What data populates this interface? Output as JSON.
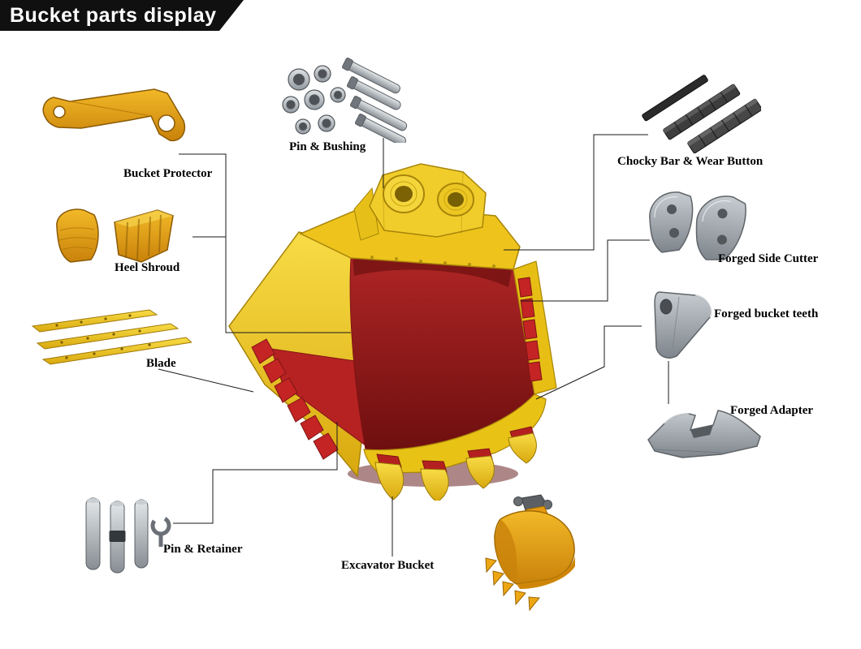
{
  "header": {
    "title": "Bucket parts display"
  },
  "parts": {
    "bucket_protector": "Bucket Protector",
    "pin_bushing": "Pin & Bushing",
    "chocky_bar_wear_button": "Chocky Bar & Wear Button",
    "heel_shroud": "Heel Shroud",
    "forged_side_cutter": "Forged Side Cutter",
    "blade": "Blade",
    "forged_bucket_teeth": "Forged bucket teeth",
    "forged_adapter": "Forged Adapter",
    "pin_retainer": "Pin & Retainer",
    "excavator_bucket": "Excavator Bucket"
  },
  "colors": {
    "banner": "#101010",
    "bucket_yellow": "#edc41e",
    "interior_red": "#9e1c1c",
    "wear_red": "#c42424",
    "metal_gray": "#a8aeb3"
  }
}
